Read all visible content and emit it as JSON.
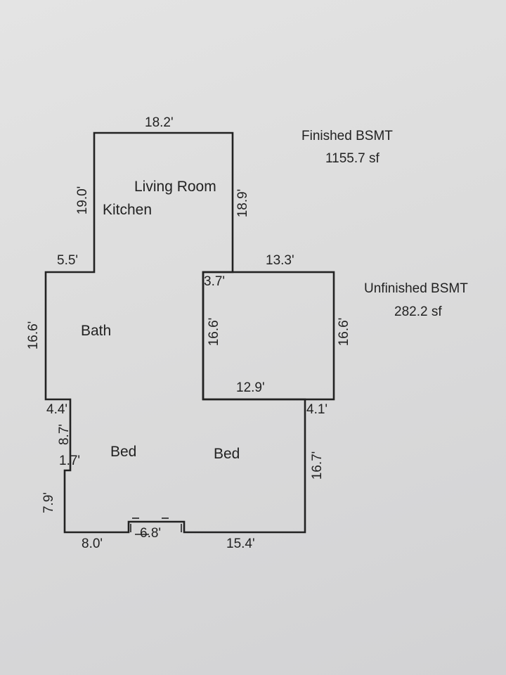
{
  "areas": {
    "finished": {
      "title": "Finished BSMT",
      "value": "1155.7 sf"
    },
    "unfinished": {
      "title": "Unfinished BSMT",
      "value": "282.2 sf"
    }
  },
  "rooms": {
    "living_room": "Living Room",
    "kitchen": "Kitchen",
    "bath": "Bath",
    "bed_left": "Bed",
    "bed_right": "Bed"
  },
  "dimensions": {
    "top": "18.2'",
    "left_upper": "19.0'",
    "right_upper": "18.9'",
    "step_left": "5.5'",
    "unfinished_top": "13.3'",
    "unfinished_notch": "3.7'",
    "unfinished_left": "16.6'",
    "unfinished_right": "16.6'",
    "unfinished_bottom": "12.9'",
    "left_mid": "16.6'",
    "step_mid": "4.4'",
    "left_lower_a": "8.7'",
    "left_lower_b": "1.7'",
    "right_lower_step": "4.1'",
    "right_lower": "16.7'",
    "left_bottom": "7.9'",
    "bottom_left": "8.0'",
    "door": "6.8'",
    "bottom_right": "15.4'"
  }
}
